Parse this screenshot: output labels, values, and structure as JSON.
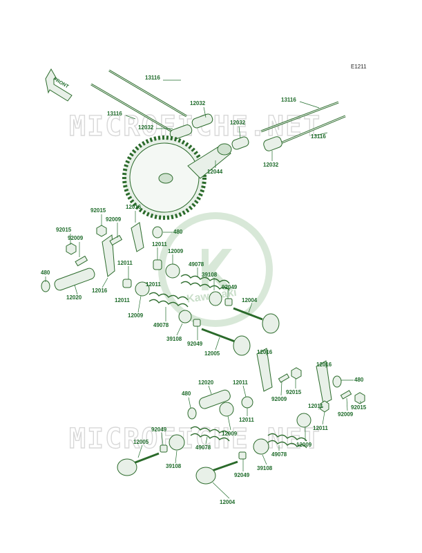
{
  "diagram_code": "E1211",
  "front_label": "FRONT",
  "watermark_text": "MICROFICHE.NET",
  "brand": "Kawasaki",
  "labels": {
    "pushrod_upper_1": "13116",
    "pushrod_lower_1": "13116",
    "pushrod_upper_2": "13116",
    "pushrod_lower_2": "13116",
    "tappet_a": "12032",
    "tappet_b": "12032",
    "tappet_c": "12032",
    "tappet_d": "12032",
    "camshaft": "12044",
    "nut_a": "92015",
    "nut_b": "92015",
    "bolt_a": "92009",
    "bolt_b": "92009",
    "rocker_a": "12016",
    "rocker_b": "12016",
    "clip_a": "480",
    "clip_b": "480",
    "shaft_a": "12020",
    "collar_a": "12011",
    "collar_b": "12011",
    "collar_c": "12011",
    "collar_d": "12011",
    "retainer_a": "12009",
    "retainer_b": "12009",
    "spring_a": "49078",
    "spring_b": "49078",
    "seat_a": "39108",
    "seat_b": "39108",
    "cotter_a": "92049",
    "cotter_b": "92049",
    "valve_intake_a": "12004",
    "valve_exhaust_a": "12005",
    "rocker_c": "12016",
    "rocker_d": "12016",
    "nut_c": "92015",
    "nut_d": "92015",
    "bolt_c": "92009",
    "bolt_d": "92009",
    "clip_c": "480",
    "clip_d": "480",
    "shaft_b": "12020",
    "collar_e": "12011",
    "collar_f": "12011",
    "collar_g": "12011",
    "retainer_c": "12009",
    "retainer_d": "12009",
    "spring_c": "49078",
    "spring_d": "49078",
    "seat_c": "39108",
    "seat_d": "39108",
    "cotter_c": "92049",
    "cotter_d": "92049",
    "valve_exhaust_b": "12005",
    "valve_intake_b": "12004"
  },
  "colors": {
    "label": "#1e6b2a",
    "part_outline": "#2a6a2a",
    "watermark": "#d8d8d8",
    "logo": "#b9d6b9"
  }
}
